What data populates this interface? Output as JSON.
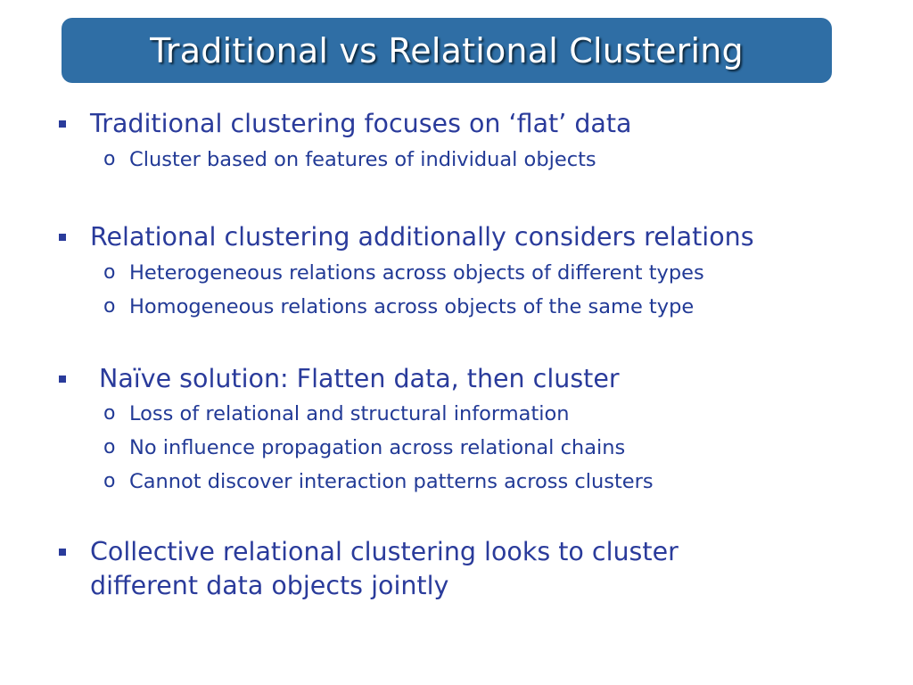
{
  "title": "Traditional vs Relational Clustering",
  "sections": [
    {
      "bullet": "Traditional clustering focuses on ‘flat’ data",
      "subs": [
        "Cluster based on features of individual objects"
      ]
    },
    {
      "bullet": "Relational clustering additionally considers relations",
      "subs": [
        "Heterogeneous relations across objects of different types",
        "Homogeneous relations across objects of the same type"
      ]
    },
    {
      "bullet": "Naïve solution: Flatten data, then cluster",
      "subs": [
        "Loss of relational and structural information",
        "No influence propagation across relational chains",
        "Cannot discover interaction patterns across clusters"
      ]
    },
    {
      "bullet_lines": [
        "Collective relational clustering looks to cluster",
        "different data objects jointly"
      ]
    }
  ],
  "sub_marker": "o",
  "colors": {
    "banner": "#2f6ea5",
    "text": "#2a3b9b"
  }
}
